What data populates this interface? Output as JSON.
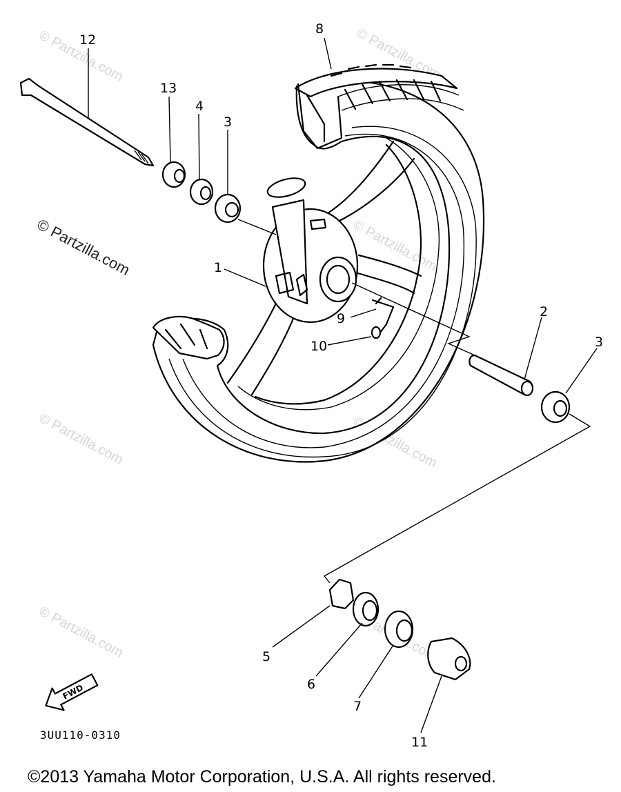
{
  "watermarks": {
    "faint": "© Partzilla.com",
    "dark": "© Partzilla.com"
  },
  "callouts": {
    "c1": "1",
    "c2": "2",
    "c3a": "3",
    "c3b": "3",
    "c4": "4",
    "c5": "5",
    "c6": "6",
    "c7": "7",
    "c8": "8",
    "c9": "9",
    "c10": "10",
    "c11": "11",
    "c12": "12",
    "c13": "13"
  },
  "fwd_label": "FWD",
  "diagram_code": "3UU110-0310",
  "copyright": "©2013  Yamaha Motor Corporation, U.S.A. All rights reserved.",
  "colors": {
    "ink": "#000000",
    "watermark": "#d6d6d6",
    "background": "#ffffff"
  }
}
